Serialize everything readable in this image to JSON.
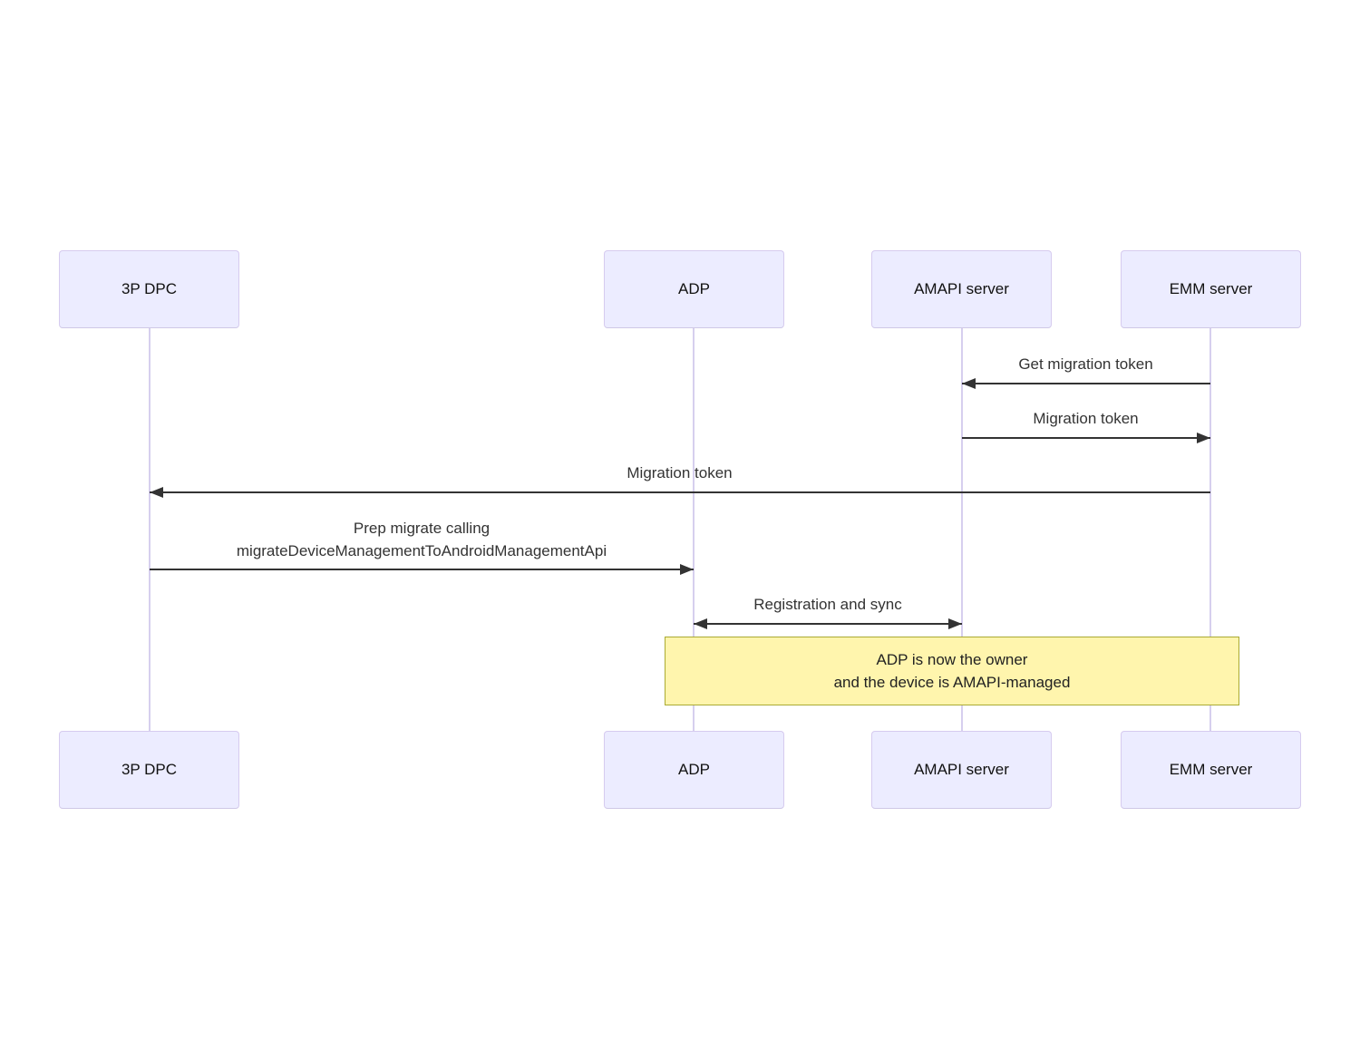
{
  "diagram_type": "sequence-diagram",
  "actors": [
    {
      "name": "3P DPC"
    },
    {
      "name": "ADP"
    },
    {
      "name": "AMAPI server"
    },
    {
      "name": "EMM server"
    }
  ],
  "messages": [
    {
      "label": "Get migration token",
      "from": "EMM server",
      "to": "AMAPI server",
      "direction": "left"
    },
    {
      "label": "Migration token",
      "from": "AMAPI server",
      "to": "EMM server",
      "direction": "right"
    },
    {
      "label": "Migration token",
      "from": "EMM server",
      "to": "3P DPC",
      "direction": "left"
    },
    {
      "label": "Prep migrate calling\nmigrateDeviceManagementToAndroidManagementApi",
      "from": "3P DPC",
      "to": "ADP",
      "direction": "right"
    },
    {
      "label": "Registration and sync",
      "from": "ADP",
      "to": "AMAPI server",
      "direction": "both"
    }
  ],
  "note": {
    "text": "ADP is now the owner\nand the device is AMAPI-managed",
    "over": [
      "ADP",
      "EMM server"
    ]
  },
  "colors": {
    "background": "#FFFFFF",
    "actor_fill": "#ECECFF",
    "actor_border": "#D6CBEF",
    "lifeline": "#D6CFEE",
    "message": "#333333",
    "actor_text": "#111111",
    "note_fill": "#FFF5AD",
    "note_border": "#AAAA33",
    "note_text": "#222222"
  }
}
